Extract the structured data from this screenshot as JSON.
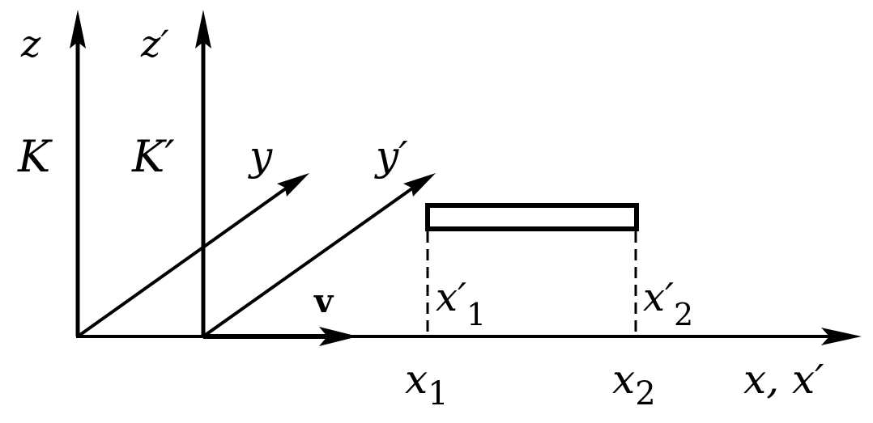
{
  "labels": {
    "z": "z",
    "z_prime": "z′",
    "K": "K",
    "K_prime": "K′",
    "y": "y",
    "y_prime": "y′",
    "v": "v",
    "x1_prime_base": "x′",
    "x1_prime_sub": "1",
    "x2_prime_base": "x′",
    "x2_prime_sub": "2",
    "x1_base": "x",
    "x1_sub": "1",
    "x2_base": "x",
    "x2_sub": "2",
    "x_axis": "x, x′"
  },
  "colors": {
    "ink": "#000000",
    "background": "#ffffff"
  }
}
